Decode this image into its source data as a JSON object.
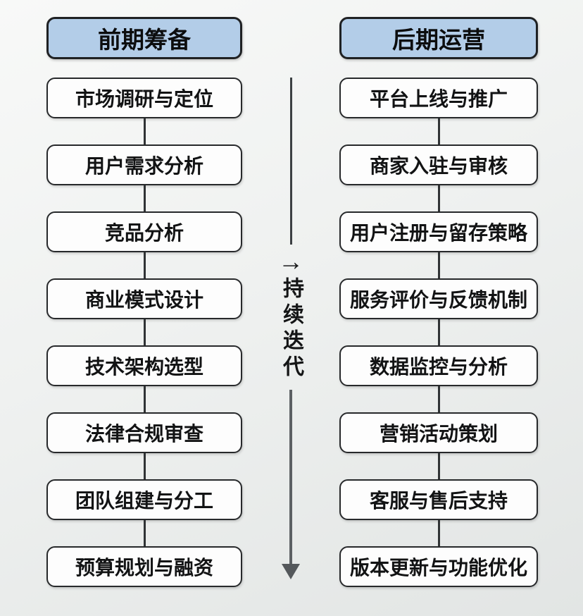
{
  "columns": {
    "left": {
      "title": "前期筹备",
      "items": [
        "市场调研与定位",
        "用户需求分析",
        "竞品分析",
        "商业模式设计",
        "技术架构选型",
        "法律合规审查",
        "团队组建与分工",
        "预算规划与融资"
      ]
    },
    "right": {
      "title": "后期运营",
      "items": [
        "平台上线与推广",
        "商家入驻与审核",
        "用户注册与留存策略",
        "服务评价与反馈机制",
        "数据监控与分析",
        "营销活动策划",
        "客服与售后支持",
        "版本更新与功能优化"
      ]
    }
  },
  "middle": {
    "arrow_glyph": "→",
    "label": "持续迭代"
  },
  "colors": {
    "header_fill": "#b3cde8",
    "box_fill": "#fdfdfd",
    "box_border": "#27292b",
    "connector": "#303335",
    "arrow_line": "#5c6063",
    "text": "#121314"
  }
}
